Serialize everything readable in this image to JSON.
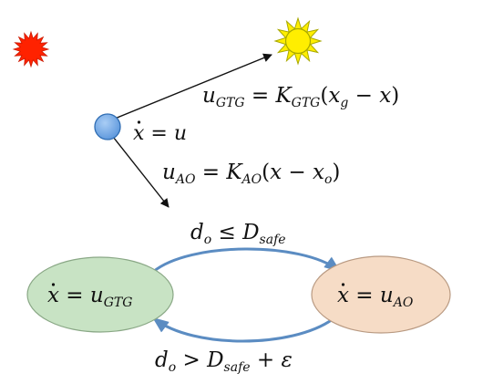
{
  "colors": {
    "obstacle": "#ff2200",
    "goal": "#ffee00",
    "goal_outline": "#a8a800",
    "robot": "#6fa8e8",
    "robot_outline": "#2f6db3",
    "state_gtg": "#c8e3c4",
    "state_ao": "#f6dcc6",
    "transition_arrow": "#5b8cc2",
    "vector_arrow": "#111111"
  },
  "icons": {
    "obstacle": "red-star-burst-icon",
    "goal": "sun-icon",
    "robot": "blue-circle-icon"
  },
  "labels": {
    "dynamics": {
      "lhs": "x",
      "rhs": "u"
    },
    "u_gtg": {
      "u": "u",
      "u_sub": "GTG",
      "k": "K",
      "k_sub": "GTG",
      "x1": "x",
      "x1_sub": "g",
      "minus": "−",
      "x2": "x"
    },
    "u_ao": {
      "u": "u",
      "u_sub": "AO",
      "k": "K",
      "k_sub": "AO",
      "x1": "x",
      "minus": "−",
      "x2": "x",
      "x2_sub": "o"
    },
    "top_condition": {
      "d": "d",
      "d_sub": "o",
      "rel": "≤",
      "D": "D",
      "D_sub": "safe"
    },
    "bottom_condition": {
      "d": "d",
      "d_sub": "o",
      "rel": ">",
      "D": "D",
      "D_sub": "safe",
      "plus": "+",
      "eps": "ε"
    }
  },
  "states": {
    "gtg": {
      "lhs": "x",
      "rhs": "u",
      "rhs_sub": "GTG"
    },
    "ao": {
      "lhs": "x",
      "rhs": "u",
      "rhs_sub": "AO"
    }
  }
}
